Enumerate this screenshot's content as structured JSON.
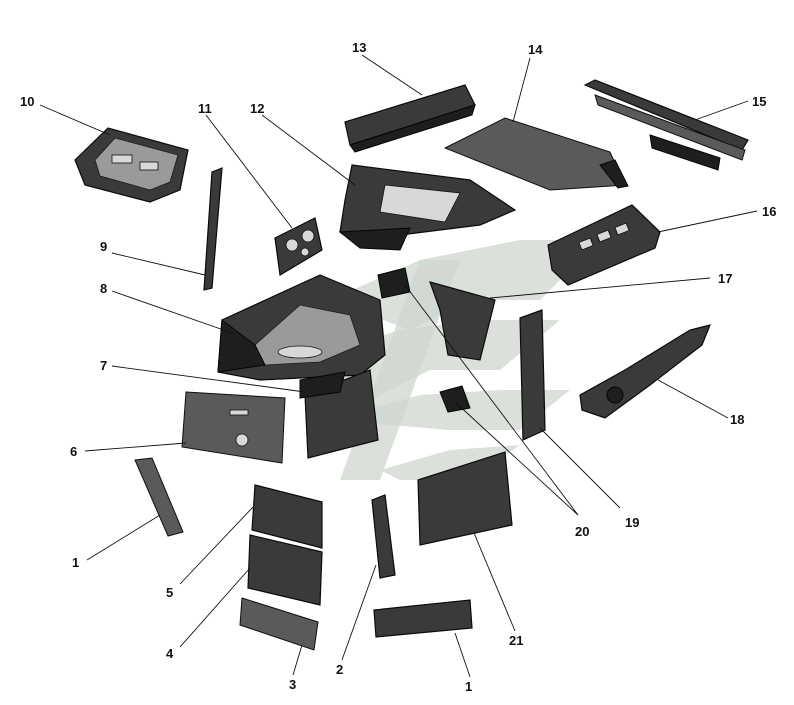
{
  "labels": {
    "p1a": "1",
    "p1b": "1",
    "p2": "2",
    "p3": "3",
    "p4": "4",
    "p5": "5",
    "p6": "6",
    "p7": "7",
    "p8": "8",
    "p9": "9",
    "p10": "10",
    "p11": "11",
    "p12": "12",
    "p13": "13",
    "p14": "14",
    "p15": "15",
    "p16": "16",
    "p17": "17",
    "p18": "18",
    "p19": "19",
    "p20": "20",
    "p21": "21"
  }
}
